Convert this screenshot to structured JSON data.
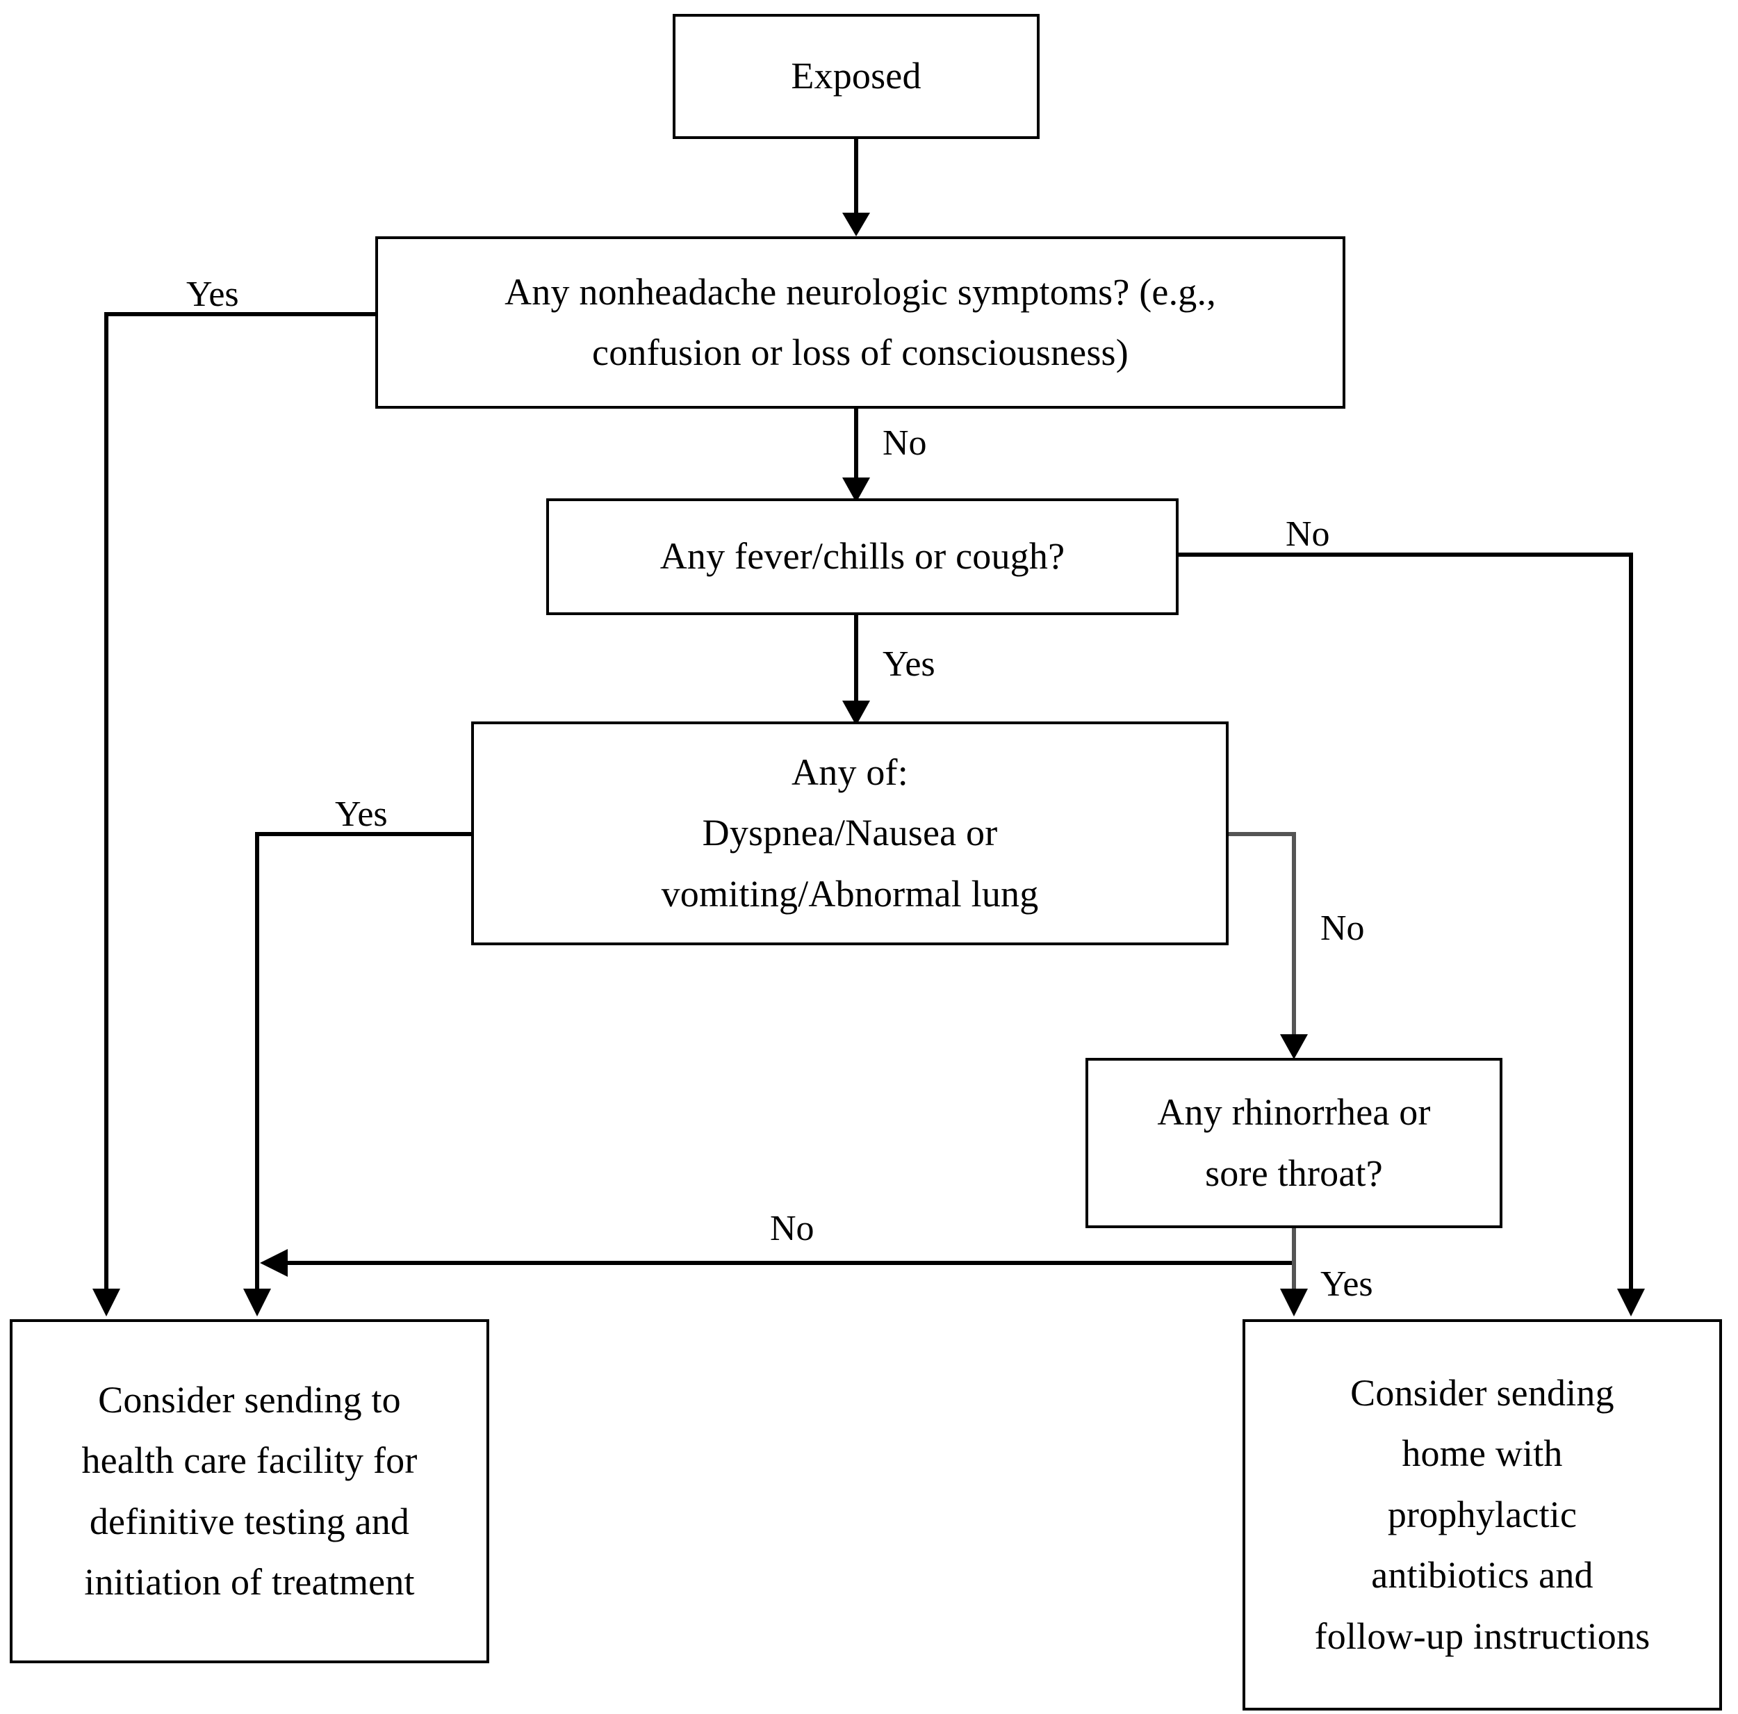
{
  "diagram": {
    "title": "Exposure triage decision flowchart",
    "background_color": "#ffffff",
    "line_color": "#000000",
    "text_color": "#000000"
  },
  "nodes": {
    "exposed": {
      "id": "exposed",
      "kind": "start",
      "lines": [
        "Exposed"
      ]
    },
    "neuro": {
      "id": "neuro",
      "kind": "decision",
      "lines": [
        "Any nonheadache neurologic symptoms? (e.g.,",
        "confusion or loss of consciousness)"
      ]
    },
    "fever": {
      "id": "fever",
      "kind": "decision",
      "lines": [
        "Any fever/chills or cough?"
      ]
    },
    "severe": {
      "id": "severe",
      "kind": "decision",
      "lines": [
        "Any of:",
        "Dyspnea/Nausea or",
        "vomiting/Abnormal lung"
      ]
    },
    "rhinorrhea": {
      "id": "rhinorrhea",
      "kind": "decision",
      "lines": [
        "Any rhinorrhea or",
        "sore throat?"
      ]
    },
    "facility": {
      "id": "facility",
      "kind": "terminal",
      "lines": [
        "Consider sending to",
        "health care facility for",
        "definitive testing and",
        "initiation of treatment"
      ]
    },
    "home": {
      "id": "home",
      "kind": "terminal",
      "lines": [
        "Consider sending",
        "home with",
        "prophylactic",
        "antibiotics and",
        "follow-up instructions"
      ]
    }
  },
  "edges": [
    {
      "id": "exposed-to-neuro",
      "from": "exposed",
      "to": "neuro",
      "label": ""
    },
    {
      "id": "neuro-yes-to-facility",
      "from": "neuro",
      "to": "facility",
      "label": "Yes"
    },
    {
      "id": "neuro-no-to-fever",
      "from": "neuro",
      "to": "fever",
      "label": "No"
    },
    {
      "id": "fever-no-to-home",
      "from": "fever",
      "to": "home",
      "label": "No"
    },
    {
      "id": "fever-yes-to-severe",
      "from": "fever",
      "to": "severe",
      "label": "Yes"
    },
    {
      "id": "severe-yes-to-facility",
      "from": "severe",
      "to": "facility",
      "label": "Yes"
    },
    {
      "id": "severe-no-to-rhinorrhea",
      "from": "severe",
      "to": "rhinorrhea",
      "label": "No"
    },
    {
      "id": "rhinorrhea-no-to-facility",
      "from": "rhinorrhea",
      "to": "facility",
      "label": "No"
    },
    {
      "id": "rhinorrhea-yes-to-home",
      "from": "rhinorrhea",
      "to": "home",
      "label": "Yes"
    }
  ],
  "labels": {
    "yes_neuro": "Yes",
    "no_neuro": "No",
    "no_fever": "No",
    "yes_fever": "Yes",
    "yes_severe": "Yes",
    "no_severe": "No",
    "no_rhinorrhea": "No",
    "yes_rhinorrhea": "Yes"
  }
}
